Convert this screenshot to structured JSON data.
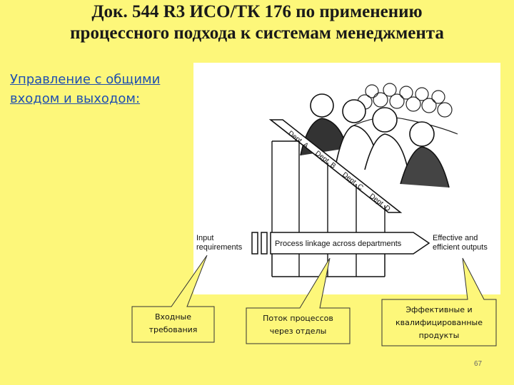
{
  "slide": {
    "title_line1": "Док. 544 R3 ИСО/ТК 176 по применению",
    "title_line2": "процессного подхода к системам менеджмента",
    "subtitle_line1": "Управление с общими",
    "subtitle_line2": "входом  и выходом:",
    "page_number": "67"
  },
  "figure": {
    "input_label_1": "Input",
    "input_label_2": "requirements",
    "arrow_label": "Process linkage across departments",
    "output_label_1": "Effective and",
    "output_label_2": "efficient outputs",
    "departments": [
      "Dept. A",
      "Dept. B",
      "Dept. C",
      "Dept. D"
    ]
  },
  "callouts": {
    "input": {
      "line1": "Входные",
      "line2": "требования"
    },
    "process": {
      "line1": "Поток процессов",
      "line2": "через отделы"
    },
    "output": {
      "line1": "Эффективные и",
      "line2": "квалифицированные",
      "line3": "продукты"
    }
  },
  "colors": {
    "background": "#fdf77a",
    "subtitle": "#1f4fb0",
    "callout_fill": "#fdf77a"
  }
}
